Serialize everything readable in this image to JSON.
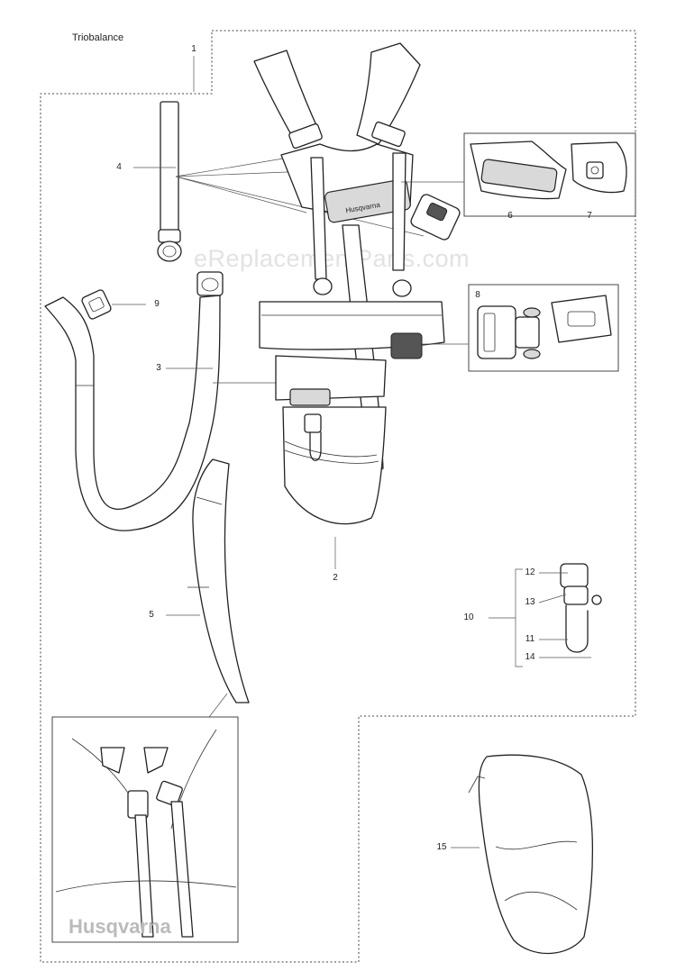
{
  "title": "Triobalance",
  "watermark": "eReplacementParts.com",
  "brand_logo": "Husqvarna",
  "callouts": [
    {
      "id": "c1",
      "label": "1"
    },
    {
      "id": "c2",
      "label": "2"
    },
    {
      "id": "c3",
      "label": "3"
    },
    {
      "id": "c4",
      "label": "4"
    },
    {
      "id": "c5",
      "label": "5"
    },
    {
      "id": "c6",
      "label": "6"
    },
    {
      "id": "c7",
      "label": "7"
    },
    {
      "id": "c8",
      "label": "8"
    },
    {
      "id": "c9",
      "label": "9"
    },
    {
      "id": "c10",
      "label": "10"
    },
    {
      "id": "c11",
      "label": "11"
    },
    {
      "id": "c12",
      "label": "12"
    },
    {
      "id": "c13",
      "label": "13"
    },
    {
      "id": "c14",
      "label": "14"
    },
    {
      "id": "c15",
      "label": "15"
    }
  ]
}
